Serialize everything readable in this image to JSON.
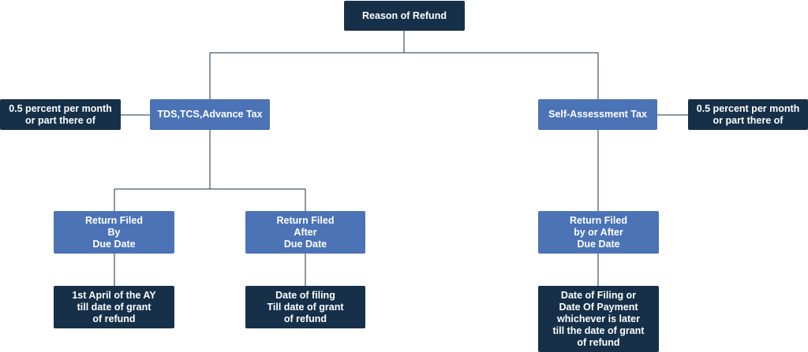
{
  "diagram": {
    "root": "Reason of Refund",
    "left_branch": {
      "label": "TDS,TCS,Advance Tax",
      "note": "0.5 percent per month\nor part there of",
      "children": [
        {
          "label": "Return Filed\nBy\nDue Date",
          "result": "1st April of the AY\ntill date of grant\nof refund"
        },
        {
          "label": "Return Filed\nAfter\nDue Date",
          "result": "Date of filing\nTill date of grant\nof refund"
        }
      ]
    },
    "right_branch": {
      "label": "Self-Assessment Tax",
      "note": "0.5 percent per month\nor part there of",
      "children": [
        {
          "label": "Return Filed\nby or After\nDue Date",
          "result": "Date of Filing or\nDate Of Payment\nwhichever is later\ntill the date of grant\nof refund"
        }
      ]
    },
    "colors": {
      "dark_box": "#163049",
      "blue_box": "#4b73b6",
      "connector": "#163049"
    }
  }
}
